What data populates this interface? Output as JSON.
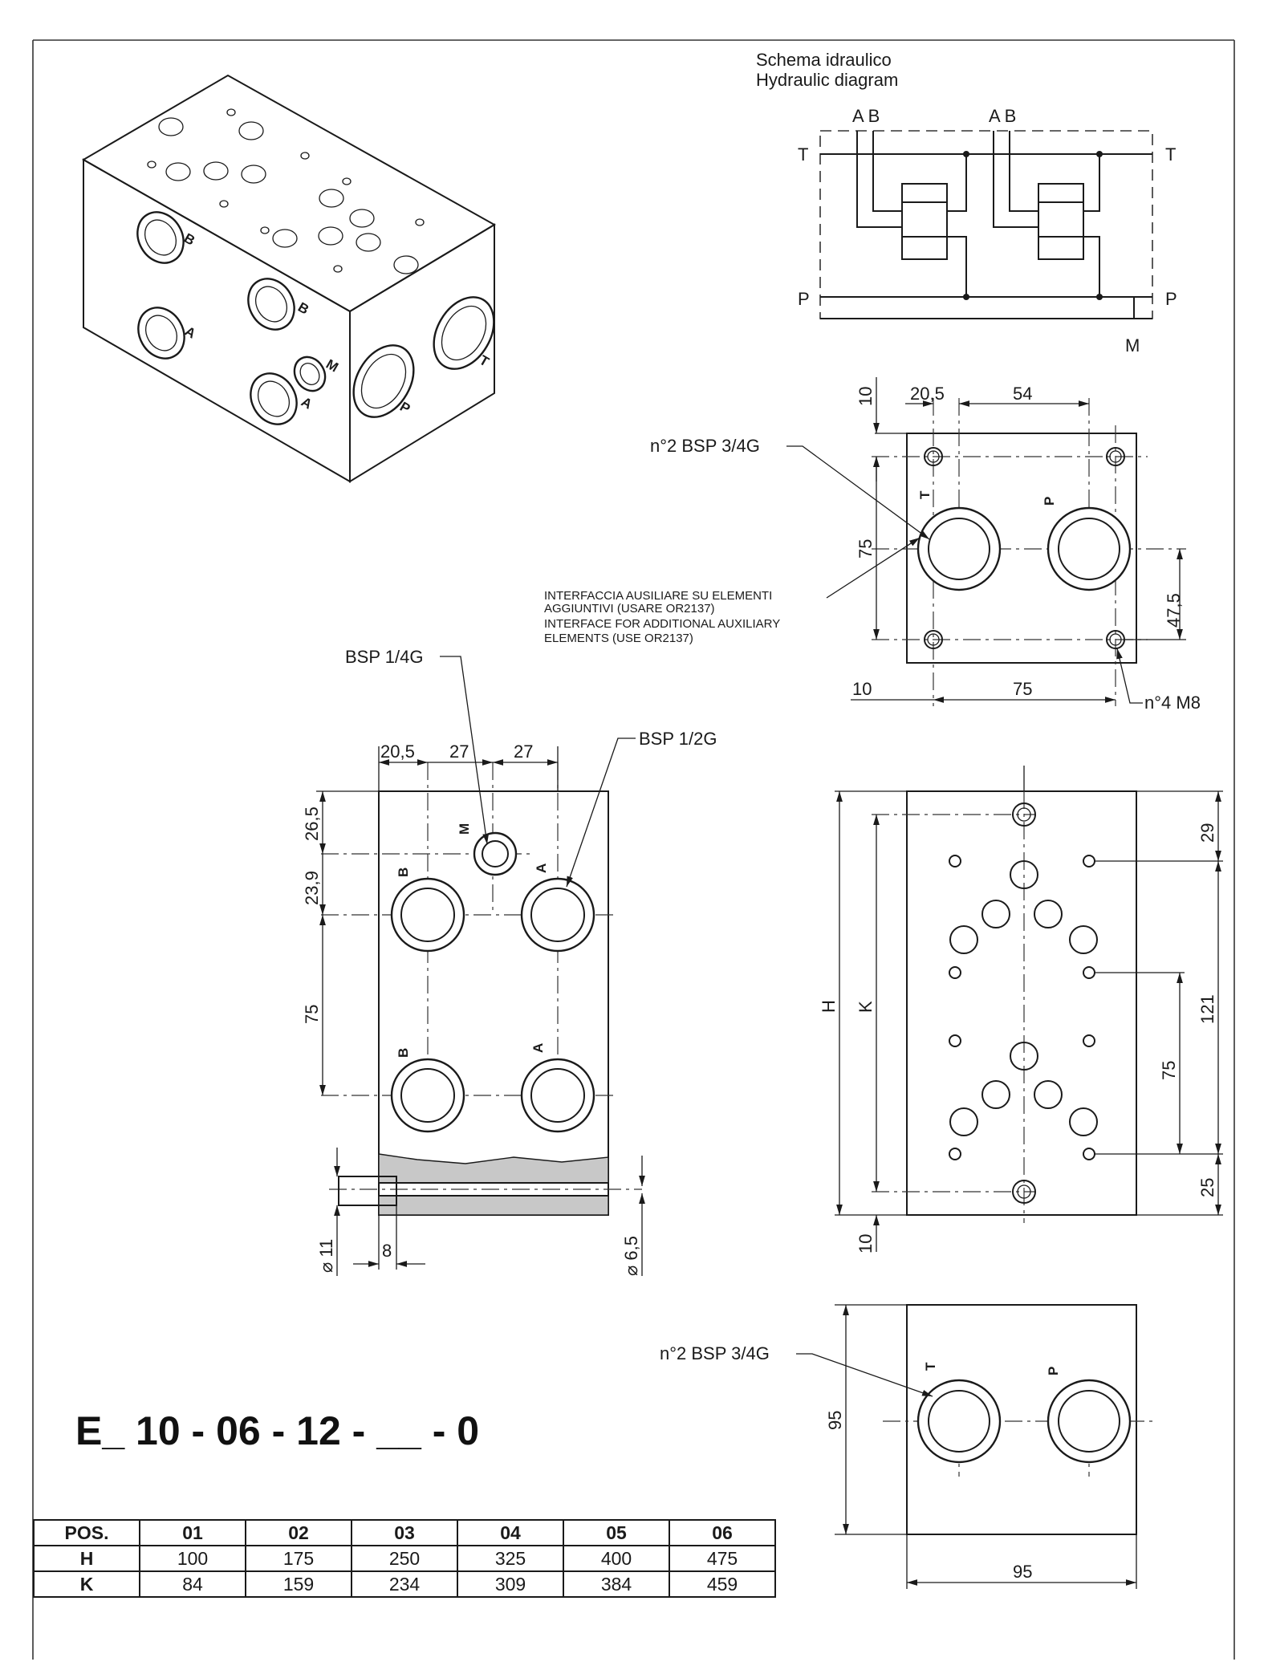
{
  "hydraulic_diagram": {
    "title_it": "Schema idraulico",
    "title_en": "Hydraulic diagram",
    "port_labels": {
      "ab_1": "A B",
      "ab_2": "A B",
      "t_left": "T",
      "t_right": "T",
      "p_left": "P",
      "p_right": "P",
      "m": "M"
    }
  },
  "isometric_view": {
    "labels": {
      "b1": "B",
      "b2": "B",
      "a1": "A",
      "a2": "A",
      "m": "M",
      "t": "T",
      "p": "P"
    }
  },
  "top_view": {
    "dims": {
      "d10": "10",
      "d20_5": "20,5",
      "d54": "54",
      "d75_v": "75",
      "d47_5": "47,5",
      "d10_b": "10",
      "d75_h": "75"
    },
    "callouts": {
      "ports": "n°2 BSP 3/4G",
      "holes": "n°4 M8"
    },
    "note_lines": [
      "INTERFACCIA AUSILIARE SU ELEMENTI",
      " AGGIUNTIVI (USARE OR2137)",
      "INTERFACE FOR ADDITIONAL AUXILIARY",
      " ELEMENTS (USE OR2137)"
    ],
    "port_labels": {
      "t": "T",
      "p": "P"
    }
  },
  "front_view": {
    "callouts": {
      "gauge": "BSP 1/4G",
      "ports": "BSP 1/2G"
    },
    "dims": {
      "d20_5": "20,5",
      "d27_a": "27",
      "d27_b": "27",
      "d26_5": "26,5",
      "d23_9": "23,9",
      "d75": "75",
      "d11": "⌀ 11",
      "d8": "8",
      "d6_5": "⌀ 6,5"
    },
    "port_labels": {
      "m": "M",
      "b1": "B",
      "a1": "A",
      "b2": "B",
      "a2": "A"
    }
  },
  "side_view": {
    "dims": {
      "h": "H",
      "k": "K",
      "d29": "29",
      "d121": "121",
      "d75": "75",
      "d25": "25",
      "d10": "10"
    }
  },
  "bottom_view": {
    "callouts": {
      "ports": "n°2 BSP 3/4G"
    },
    "dims": {
      "d95_v": "95",
      "d95_h": "95"
    },
    "port_labels": {
      "t": "T",
      "p": "P"
    }
  },
  "product_code": "E_ 10 - 06 - 12 - __ - 0",
  "table": {
    "header": [
      "POS.",
      "01",
      "02",
      "03",
      "04",
      "05",
      "06"
    ],
    "rows": [
      {
        "label": "H",
        "values": [
          "100",
          "175",
          "250",
          "325",
          "400",
          "475"
        ]
      },
      {
        "label": "K",
        "values": [
          "84",
          "159",
          "234",
          "309",
          "384",
          "459"
        ]
      }
    ]
  }
}
